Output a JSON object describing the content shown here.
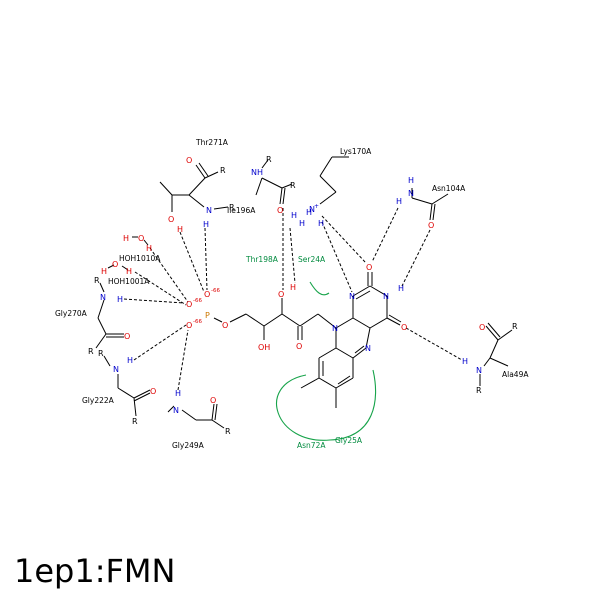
{
  "caption": "1ep1:FMN",
  "residues": {
    "thr271a": "Thr271A",
    "ile196a": "Ile196A",
    "lys170a": "Lys170A",
    "asn104a": "Asn104A",
    "thr198a": "Thr198A",
    "ser24a": "Ser24A",
    "hoh1010a": "HOH1010A",
    "hoh1001a": "HOH1001A",
    "gly270a": "Gly270A",
    "gly222a": "Gly222A",
    "gly249a": "Gly249A",
    "asn72a": "Asn72A",
    "gly25a": "Gly25A",
    "ala49a": "Ala49A"
  },
  "atoms": {
    "o": "O",
    "n": "N",
    "h": "H",
    "r": "R",
    "p": "P",
    "nh": "NH",
    "oh": "OH",
    "ho": "HO",
    "plus": "+",
    "charge": "-66"
  },
  "colors": {
    "nitrogen": "#0000cc",
    "oxygen": "#dd0000",
    "phosphorus": "#cc7700",
    "hydrophobic_arc": "#17a34a",
    "hydrophobic_label": "#008a3e"
  }
}
